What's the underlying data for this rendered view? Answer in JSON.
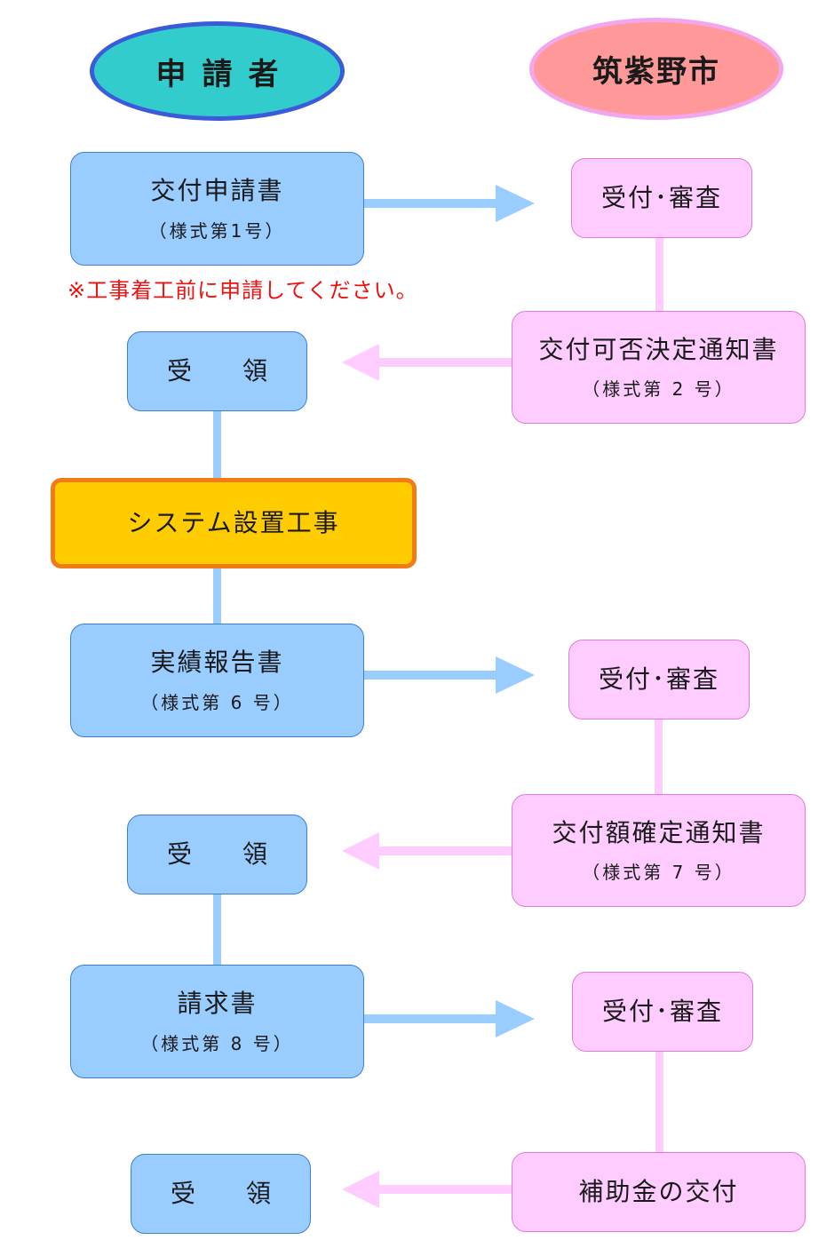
{
  "headers": {
    "applicant": "申請者",
    "city": "筑紫野市"
  },
  "note": "※工事着工前に申請してください。",
  "steps": {
    "application": {
      "title": "交付申請書",
      "form": "（様式第1号）"
    },
    "review1": {
      "title": "受付･審査"
    },
    "decision_notice": {
      "title": "交付可否決定通知書",
      "form": "（様式第 2 号）"
    },
    "receipt1": {
      "title": "受 領"
    },
    "construction": {
      "title": "システム設置工事"
    },
    "report": {
      "title": "実績報告書",
      "form": "（様式第 6 号）"
    },
    "review2": {
      "title": "受付･審査"
    },
    "amount_notice": {
      "title": "交付額確定通知書",
      "form": "（様式第 7 号）"
    },
    "receipt2": {
      "title": "受 領"
    },
    "invoice": {
      "title": "請求書",
      "form": "（様式第 8 号）"
    },
    "review3": {
      "title": "受付･審査"
    },
    "payment": {
      "title": "補助金の交付"
    },
    "receipt3": {
      "title": "受 領"
    }
  },
  "colors": {
    "applicant_box": "#99ccff",
    "city_box": "#ffccff",
    "construction_box": "#ffcc00",
    "construction_border": "#f27b16",
    "note_text": "#ee1111",
    "applicant_header": "#33cccc",
    "city_header": "#ff9999"
  }
}
